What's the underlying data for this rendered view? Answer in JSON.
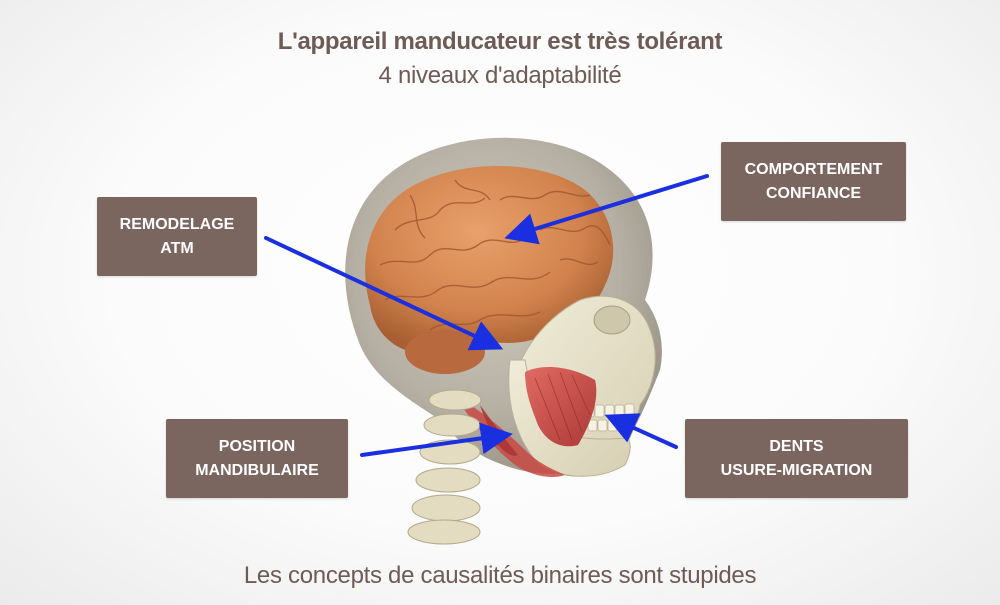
{
  "title": "L'appareil manducateur est très tolérant",
  "subtitle": "4 niveaux d'adaptabilité",
  "footer": "Les concepts de causalités binaires sont stupides",
  "labels": {
    "remodelage": {
      "line1": "REMODELAGE",
      "line2": "ATM"
    },
    "comportement": {
      "line1": "COMPORTEMENT",
      "line2": "CONFIANCE"
    },
    "position": {
      "line1": "POSITION",
      "line2": "MANDIBULAIRE"
    },
    "dents": {
      "line1": "DENTS",
      "line2": "USURE-MIGRATION"
    }
  },
  "colors": {
    "label_box": "#7b655f",
    "arrow": "#1a2fe0",
    "brain": "#d98a55",
    "skull": "#e9e2c9",
    "muscle": "#c23a3a",
    "heading_text": "#6f5b55"
  }
}
